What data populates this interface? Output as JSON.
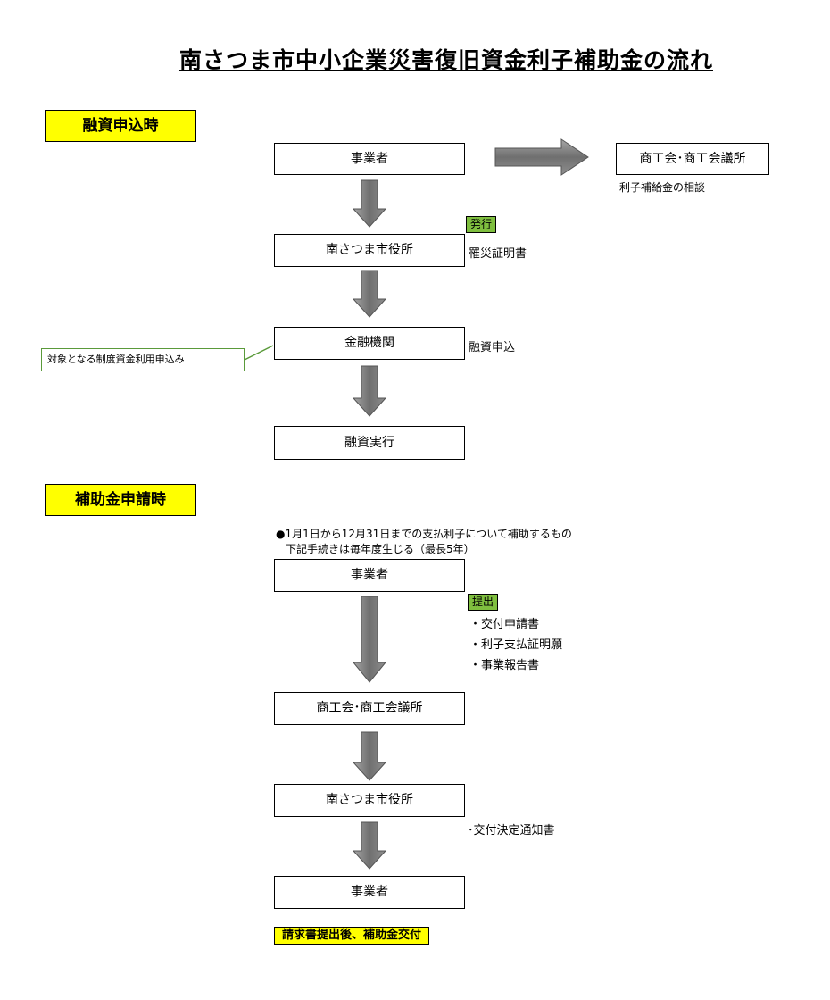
{
  "title": "南さつま市中小企業災害復旧資金利子補助金の流れ",
  "sections": {
    "loan": "融資申込時",
    "subsidy": "補助金申請時"
  },
  "loan_flow": {
    "box_applicant": "事業者",
    "box_chamber": "商工会･商工会議所",
    "chamber_note": "利子補給金の相談",
    "issue_badge": "発行",
    "box_city": "南さつま市役所",
    "city_note": "罹災証明書",
    "box_bank": "金融機関",
    "bank_note": "融資申込",
    "callout": "対象となる制度資金利用申込み",
    "box_execute": "融資実行"
  },
  "subsidy_flow": {
    "note_line1": "●1月1日から12月31日までの支払利子について補助するもの",
    "note_line2": "下記手続きは毎年度生じる（最長5年）",
    "box_applicant": "事業者",
    "submit_badge": "提出",
    "docs": [
      "・交付申請書",
      "・利子支払証明願",
      "・事業報告書"
    ],
    "box_chamber": "商工会･商工会議所",
    "box_city": "南さつま市役所",
    "decision_note": "･交付決定通知書",
    "box_applicant_final": "事業者",
    "final_banner": "請求書提出後、補助金交付"
  },
  "colors": {
    "section_bg": "#ffff00",
    "badge_bg": "#7fbf3f",
    "callout_border": "#5a9a3a",
    "arrow_fill": "#808080"
  }
}
